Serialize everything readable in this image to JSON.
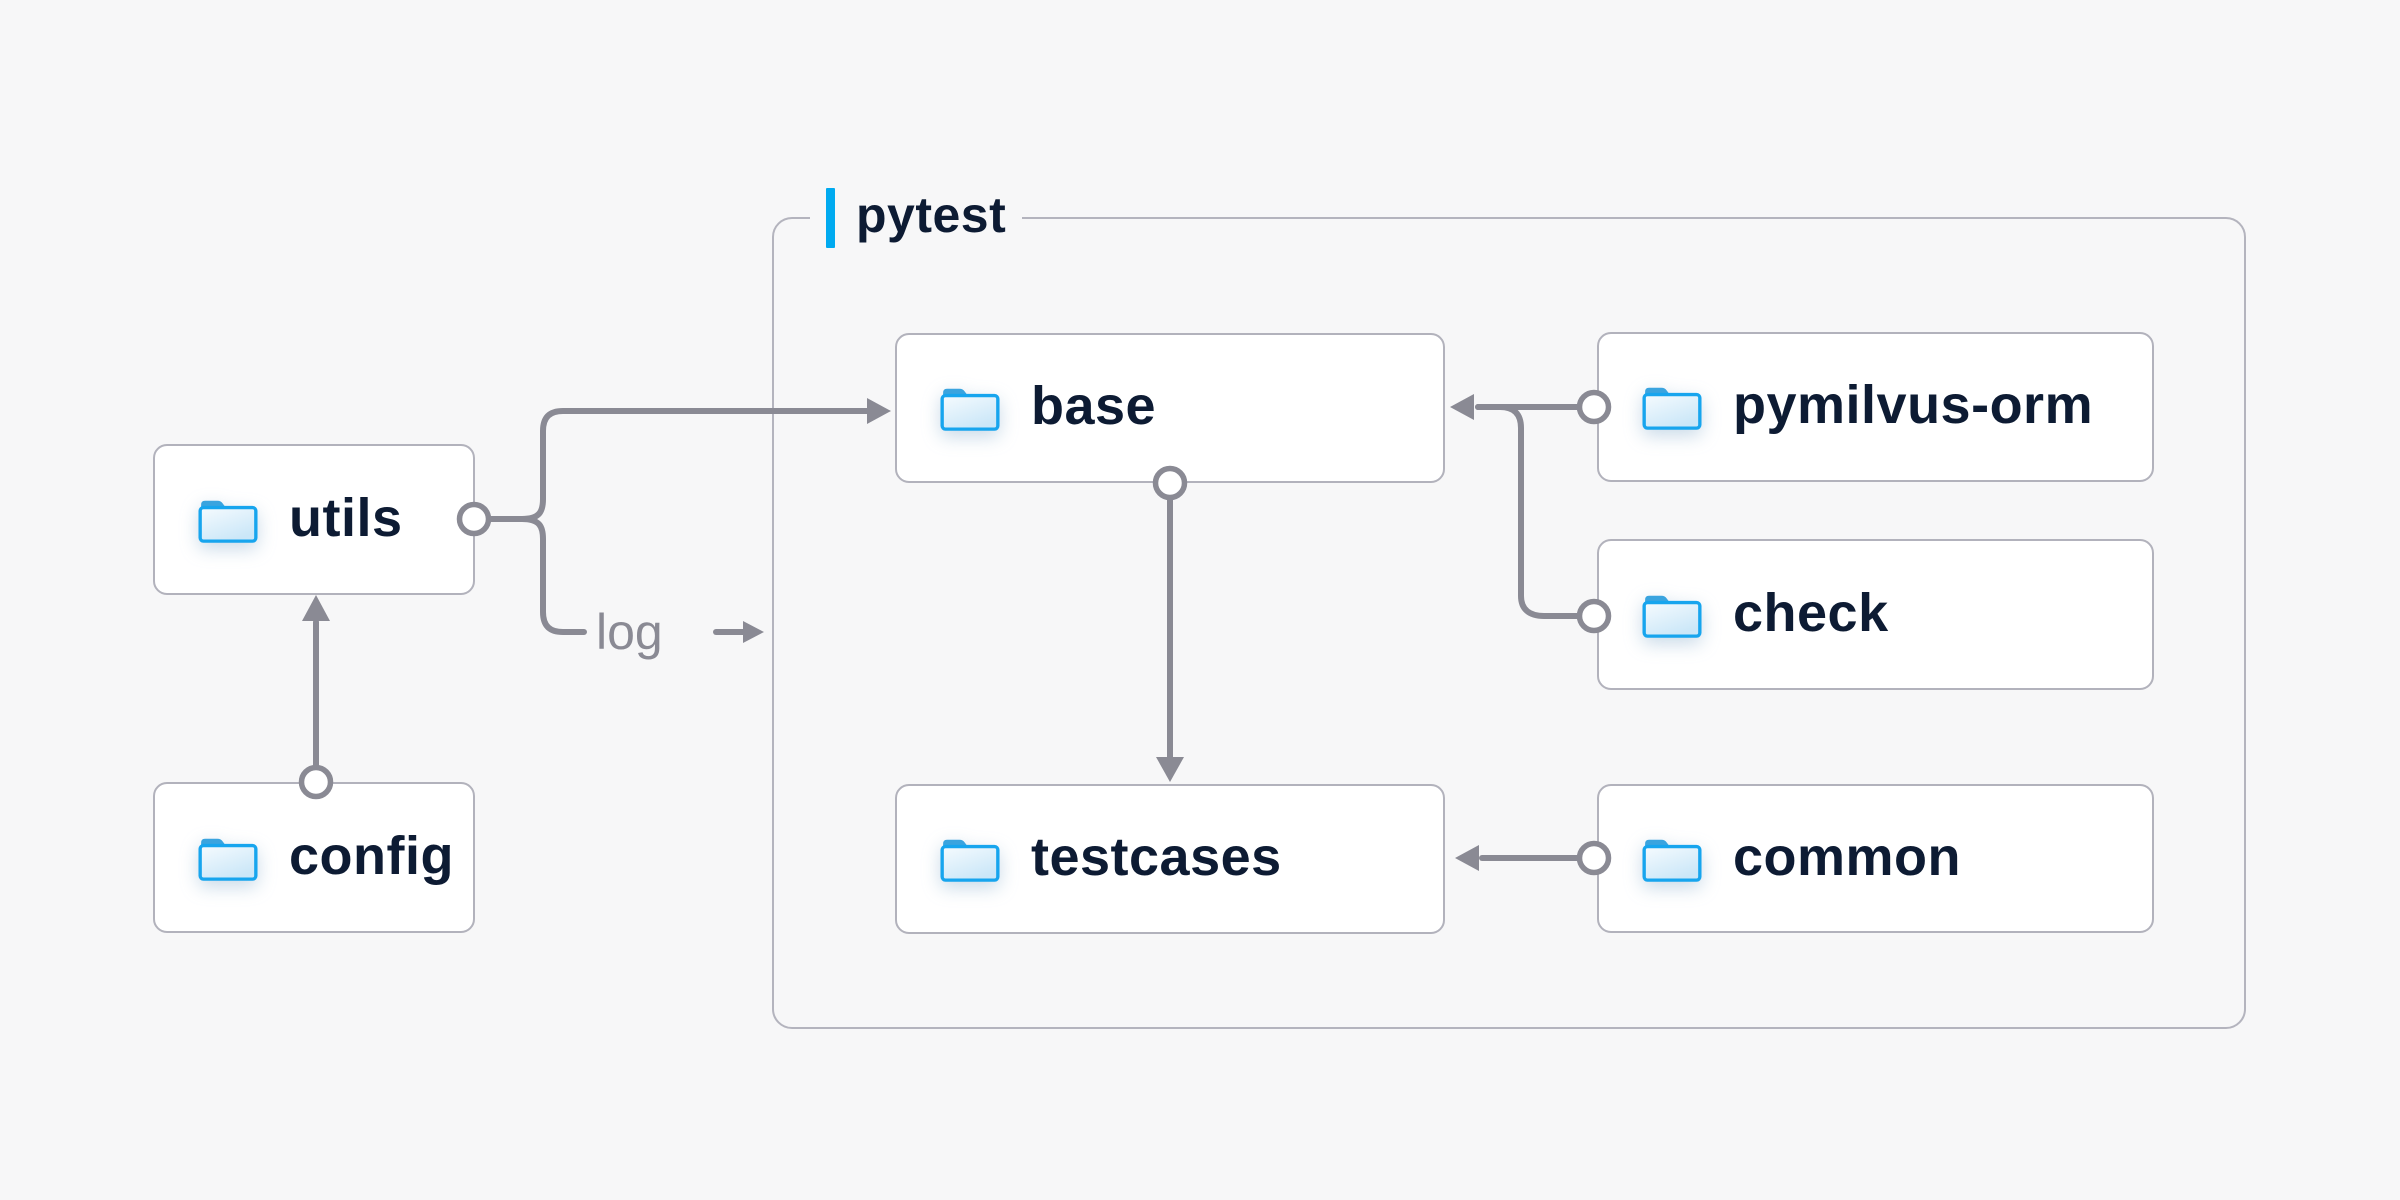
{
  "diagram": {
    "group": {
      "label": "pytest",
      "accent_bar_color": "#00aaf0"
    },
    "nodes": {
      "utils": {
        "label": "utils",
        "icon": "folder-icon"
      },
      "config": {
        "label": "config",
        "icon": "folder-icon"
      },
      "base": {
        "label": "base",
        "icon": "folder-icon"
      },
      "pymilvus_orm": {
        "label": "pymilvus-orm",
        "icon": "folder-icon"
      },
      "check": {
        "label": "check",
        "icon": "folder-icon"
      },
      "testcases": {
        "label": "testcases",
        "icon": "folder-icon"
      },
      "common": {
        "label": "common",
        "icon": "folder-icon"
      }
    },
    "edge_labels": {
      "log": "log"
    },
    "edges": [
      {
        "from": "config",
        "to": "utils"
      },
      {
        "from": "utils",
        "to": "base"
      },
      {
        "from": "utils",
        "to": "log"
      },
      {
        "from": "pymilvus_orm",
        "to": "base"
      },
      {
        "from": "check",
        "to": "base"
      },
      {
        "from": "base",
        "to": "testcases"
      },
      {
        "from": "common",
        "to": "testcases"
      }
    ],
    "colors": {
      "background": "#f7f7f8",
      "node_background": "#ffffff",
      "node_border": "#b2b2bc",
      "group_border": "#b4b4be",
      "connector": "#8a8a94",
      "text": "#0d1b33",
      "muted_text": "#8a8a94",
      "accent_blue": "#00aaf0",
      "folder_stroke": "#17a5ee",
      "folder_tab": "#3aa4df",
      "folder_fill_top": "#f6fbfe",
      "folder_fill_bottom": "#cbe7f8"
    }
  }
}
